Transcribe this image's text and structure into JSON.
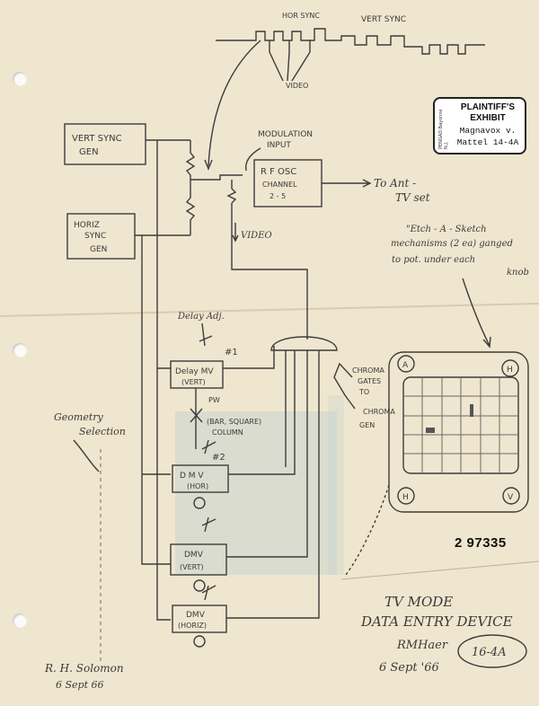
{
  "exhibit": {
    "side_text": "PENGAD Bayonne N.J.",
    "line1": "PLAINTIFF'S",
    "line2": "EXHIBIT",
    "line3": "Magnavox v.",
    "line4": "Mattel 14-4A"
  },
  "stamp_number": "2 97335",
  "labels": {
    "hor_sync": "HOR SYNC",
    "vert_sync_top": "VERT SYNC",
    "video_top": "VIDEO",
    "vert_sync_gen_1": "VERT SYNC",
    "vert_sync_gen_2": "GEN",
    "horiz_sync_gen_1": "HORIZ",
    "horiz_sync_gen_2": "SYNC",
    "horiz_sync_gen_3": "GEN",
    "modulation_1": "MODULATION",
    "modulation_2": "INPUT",
    "rf_osc_1": "R F OSC",
    "rf_osc_2": "CHANNEL",
    "rf_osc_3": "2 - 5",
    "to_ant_1": "To Ant -",
    "to_ant_2": "TV set",
    "video_mid": "VIDEO",
    "etch_1": "\"Etch - A - Sketch",
    "etch_2": "mechanisms (2 ea) ganged",
    "etch_3": "to pot. under each",
    "etch_4": "knob",
    "delay_adj": "Delay Adj.",
    "num_1": "#1",
    "delay_mv_1": "Delay MV",
    "delay_mv_2": "(VERT)",
    "pw": "PW",
    "bar_square_1": "(BAR, SQUARE)",
    "bar_square_2": "COLUMN",
    "chroma_1": "CHROMA",
    "chroma_2": "GATES",
    "chroma_3": "TO",
    "chroma_4": "CHROMA",
    "chroma_5": "GEN",
    "geometry_1": "Geometry",
    "geometry_2": "Selection",
    "num_2": "#2",
    "dmv_hor_1": "D M V",
    "dmv_hor_2": "(HOR)",
    "dmv_vert_1": "DMV",
    "dmv_vert_2": "(VERT)",
    "dmv_horiz_1": "DMV",
    "dmv_horiz_2": "(HORIZ)",
    "knob_a": "A",
    "knob_h1": "H",
    "knob_h2": "H",
    "knob_v": "V",
    "tv_mode": "TV MODE",
    "data_entry": "DATA ENTRY DEVICE",
    "initials": "RMHaer",
    "date_right": "6 Sept '66",
    "circle_label": "16-4A",
    "signature": "R. H. Solomon",
    "date_left": "6 Sept 66"
  }
}
